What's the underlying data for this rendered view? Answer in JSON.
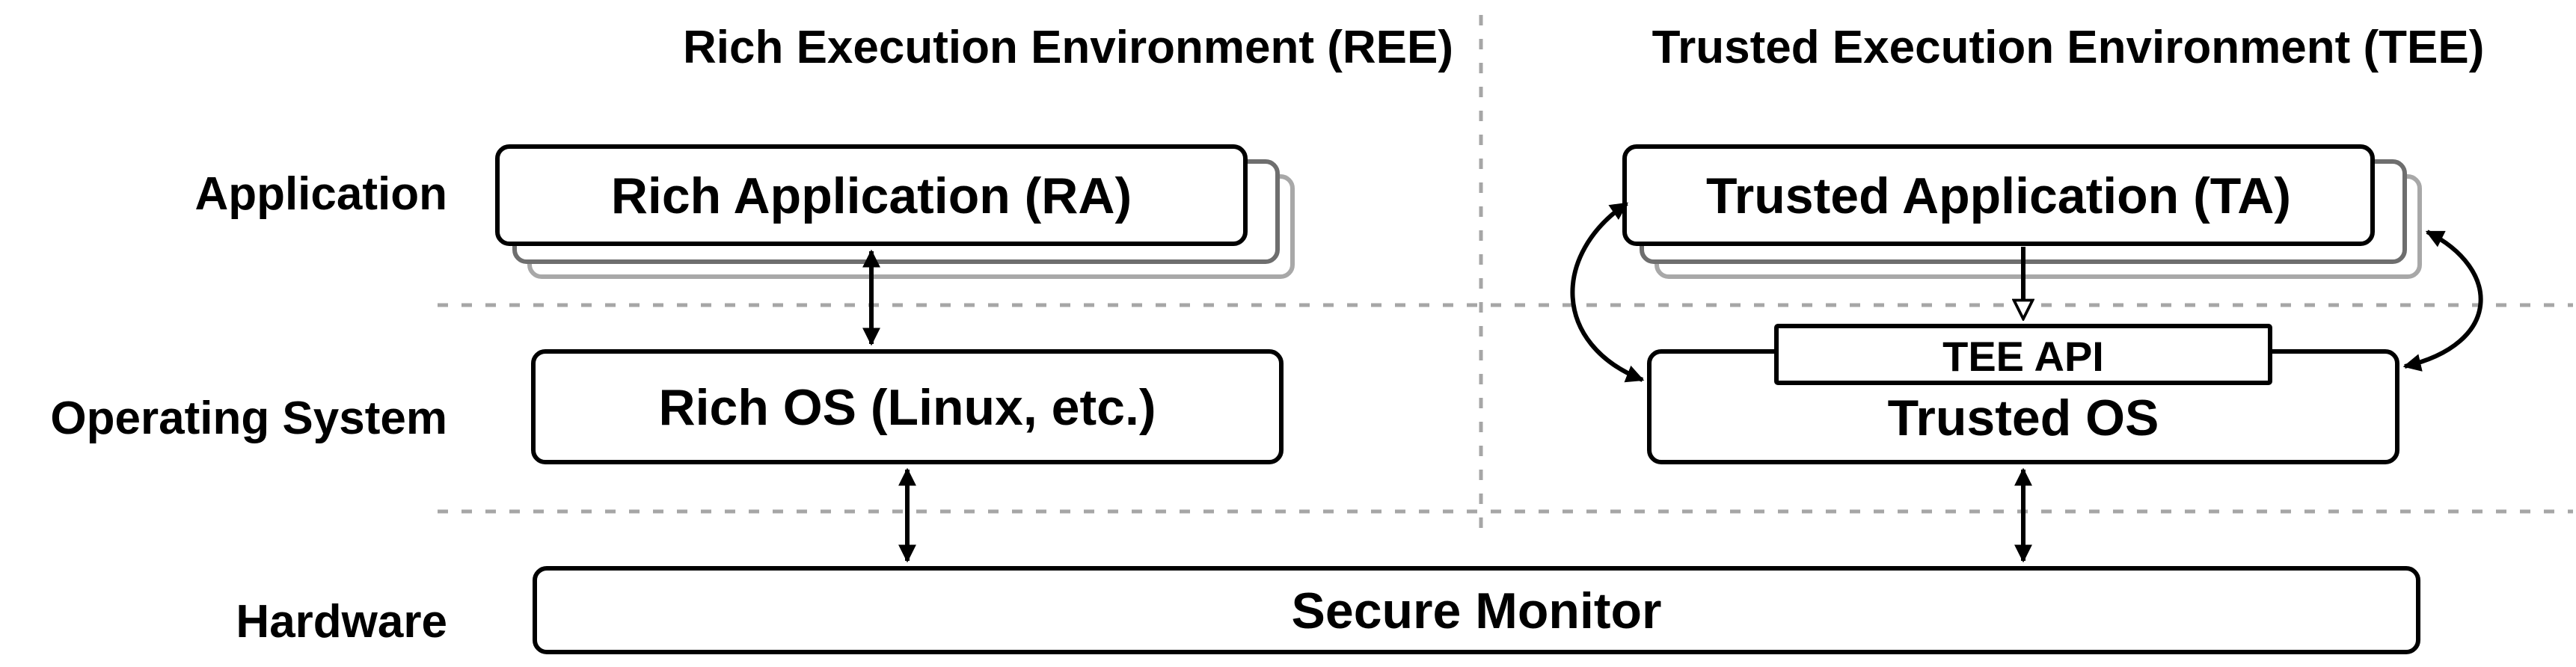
{
  "headers": {
    "ree": "Rich Execution Environment (REE)",
    "tee": "Trusted Execution Environment (TEE)"
  },
  "rows": {
    "application": "Application",
    "operating_system": "Operating System",
    "hardware": "Hardware"
  },
  "boxes": {
    "rich_application": "Rich Application (RA)",
    "trusted_application": "Trusted Application (TA)",
    "rich_os": "Rich OS (Linux, etc.)",
    "tee_api": "TEE API",
    "trusted_os": "Trusted OS",
    "secure_monitor": "Secure Monitor"
  },
  "colors": {
    "stroke": "#000000",
    "divider": "#a6a6a6",
    "stack_mid": "#6e6e6e",
    "stack_back": "#a8a8a8"
  }
}
